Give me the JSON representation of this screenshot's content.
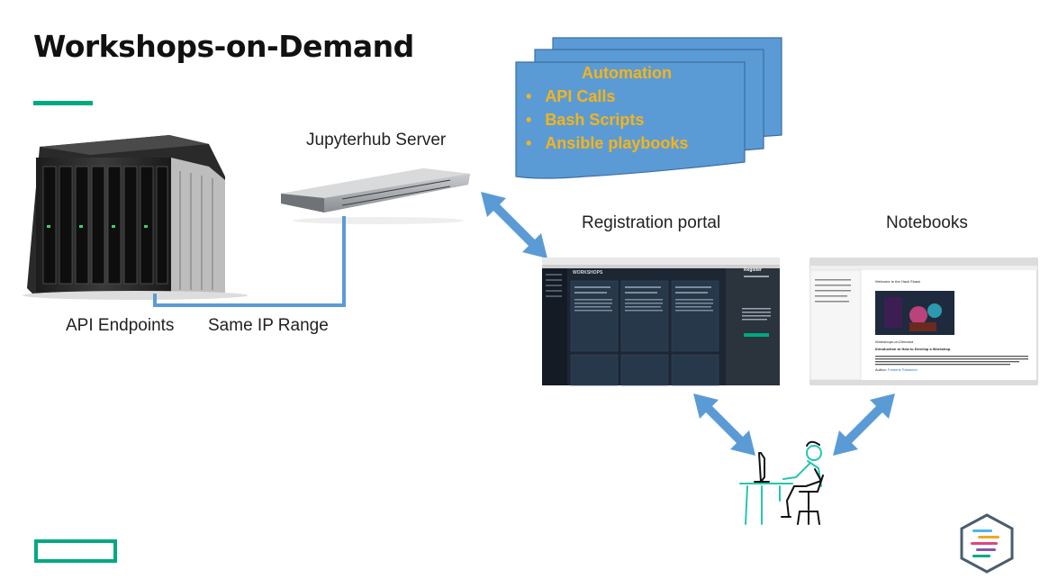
{
  "title": "Workshops-on-Demand",
  "labels": {
    "jupyterhub": "Jupyterhub Server",
    "registration": "Registration portal",
    "notebooks": "Notebooks",
    "api_endpoints": "API Endpoints",
    "ip_range": "Same IP Range"
  },
  "automation": {
    "heading": "Automation",
    "items": [
      "API Calls",
      "Bash Scripts",
      "Ansible playbooks"
    ]
  },
  "portal": {
    "brand": "WORKSHOPS",
    "register": "Register"
  },
  "notebook": {
    "welcome": "Welcome to the Hack Shack",
    "subtitle": "Workshops-on-Demand",
    "intro": "Introduction to How to Develop a Workshop",
    "author_label": "Author:",
    "author": "Frederic Passeron"
  },
  "colors": {
    "accent": "#01a982",
    "arrow": "#5b9bd5",
    "automation_fill": "#5b9bd5",
    "automation_text": "#f5b41a"
  }
}
